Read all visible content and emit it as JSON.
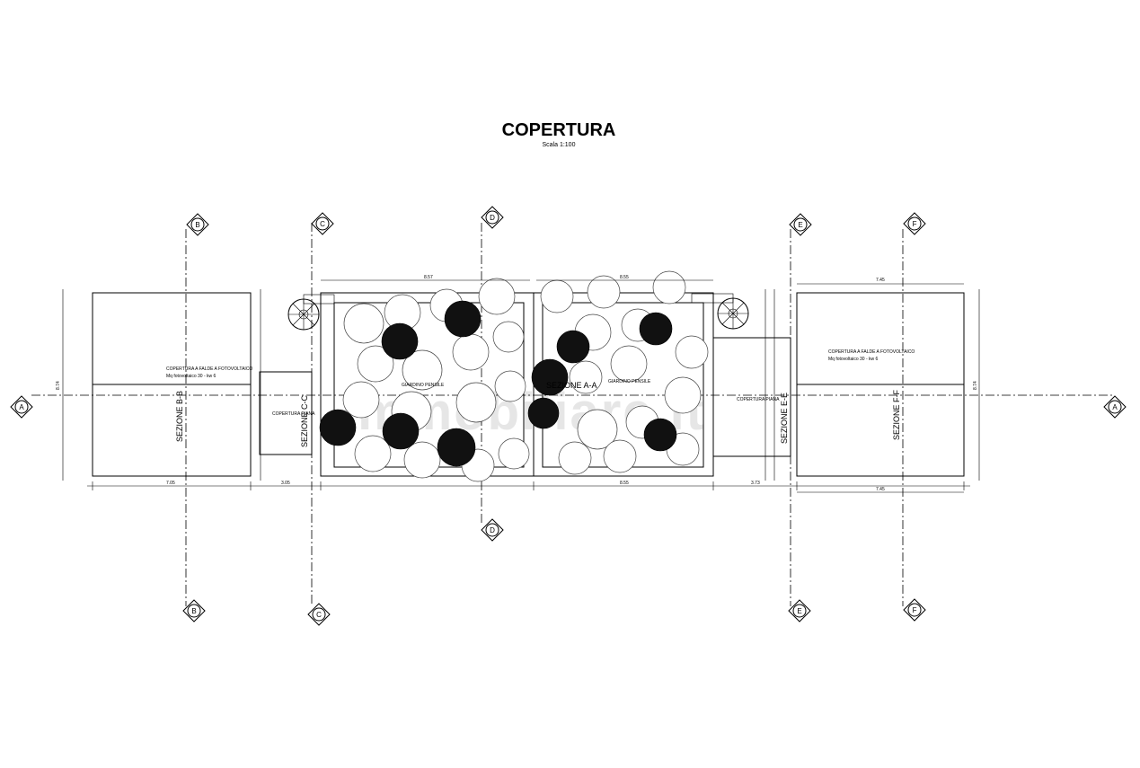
{
  "title": "COPERTURA",
  "scale": "Scala 1:100",
  "section_markers": [
    "A",
    "B",
    "C",
    "D",
    "E",
    "F"
  ],
  "labels": {
    "pv_left_1": "COPERTURA A FALDE A FOTOVOLTAICO",
    "pv_left_2": "Mq fotovoltaico 30 - kw 6",
    "pv_right_1": "COPERTURA A FALDE A FOTOVOLTAICO",
    "pv_right_2": "Mq fotovoltaico 30 - kw 6",
    "flat_left": "COPERTURA PIANA",
    "flat_right": "COPERTURA PIANA",
    "garden_left": "GIARDINO PENSILE",
    "garden_right": "GIARDINO PENSILE"
  },
  "sections": {
    "bb": "SEZIONE B-B",
    "cc": "SEZIONE C-C",
    "aa": "SEZIONE A-A",
    "ee": "SEZIONE E-E",
    "ff": "SEZIONE F-F"
  },
  "dimensions": {
    "top_left": "8.57",
    "top_right": "8.55",
    "top_far_right": "7.45",
    "bottom_1": "7.05",
    "bottom_2": "3.05",
    "bottom_3": "8.55",
    "bottom_4": "3.73",
    "bottom_5": "7.45",
    "left_side": "8.74",
    "right_side": "8.74"
  },
  "watermark": "immobiliare.it"
}
